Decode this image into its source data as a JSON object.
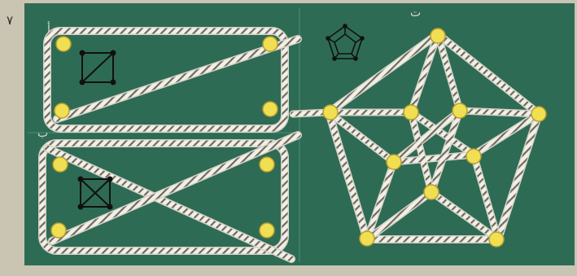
{
  "labels": {
    "page_number": "٧",
    "figure_a": "أ",
    "figure_b": "ب",
    "figure_c": "ت"
  },
  "colors": {
    "board_green": "#2e6b55",
    "rope_white": "#f1efe6",
    "rope_stripe": "#6e6a62",
    "peg_yellow": "#f0df52",
    "paper": "#c9c5b2"
  },
  "figures": [
    {
      "name": "rectangle-with-one-diagonal",
      "pegs": 4,
      "rope_segments": 5
    },
    {
      "name": "rectangle-with-two-diagonals",
      "pegs": 4,
      "rope_segments": 6
    },
    {
      "name": "petersen-graph",
      "pegs": 10,
      "rope_segments": 15
    }
  ]
}
